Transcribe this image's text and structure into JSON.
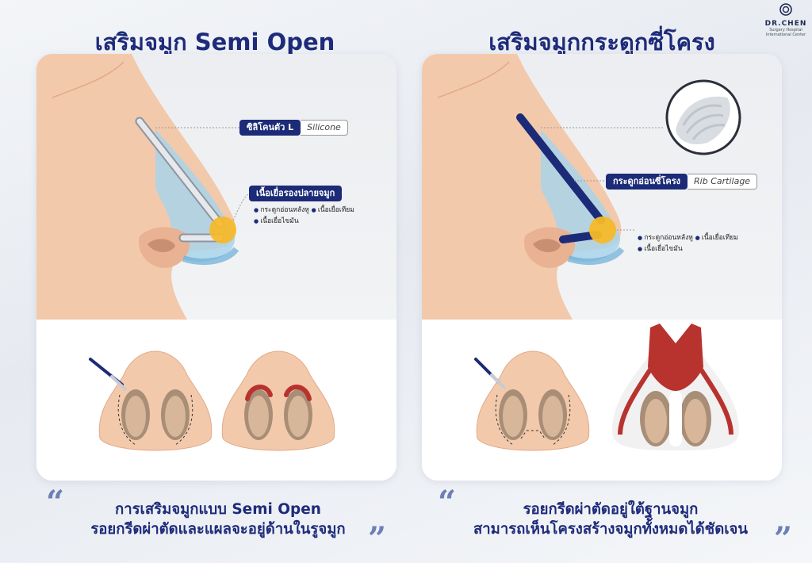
{
  "brand": {
    "name": "DR.CHEN",
    "subtitle_line1": "Surgery Hospital",
    "subtitle_line2": "International Center"
  },
  "left_panel": {
    "title": "เสริมจมูก Semi Open",
    "implant_label_th": "ซิลิโคนตัว L",
    "implant_label_en": "Silicone",
    "tip_label_th": "เนื้อเยื่อรองปลายจมูก",
    "tip_items": [
      "กระดูกอ่อนหลังหู",
      "เนื้อเยื่อเทียม",
      "เนื้อเยื่อไขมัน"
    ],
    "caption_line1": "การเสริมจมูกแบบ Semi Open",
    "caption_line2": "รอยกรีดผ่าตัดและแผลจะอยู่ด้านในรูจมูก"
  },
  "right_panel": {
    "title": "เสริมจมูกกระดูกซี่โครง",
    "implant_label_th": "กระดูกอ่อนซี่โครง",
    "implant_label_en": "Rib Cartilage",
    "tip_items": [
      "กระดูกอ่อนหลังหู",
      "เนื้อเยื่อเทียม",
      "เนื้อเยื่อไขมัน"
    ],
    "caption_line1": "รอยกรีดผ่าตัดอยู่ใต้ฐานจมูก",
    "caption_line2": "สามารถเห็นโครงสร้างจมูกทั้งหมดได้ชัดเจน"
  },
  "quote_open": "“",
  "quote_close": "”",
  "colors": {
    "navy": "#1e2b7a",
    "skin": "#f3c9ab",
    "implant_blue": "#a9d4ea",
    "tip_yellow": "#f7b928",
    "incision_red": "#b8322e"
  }
}
